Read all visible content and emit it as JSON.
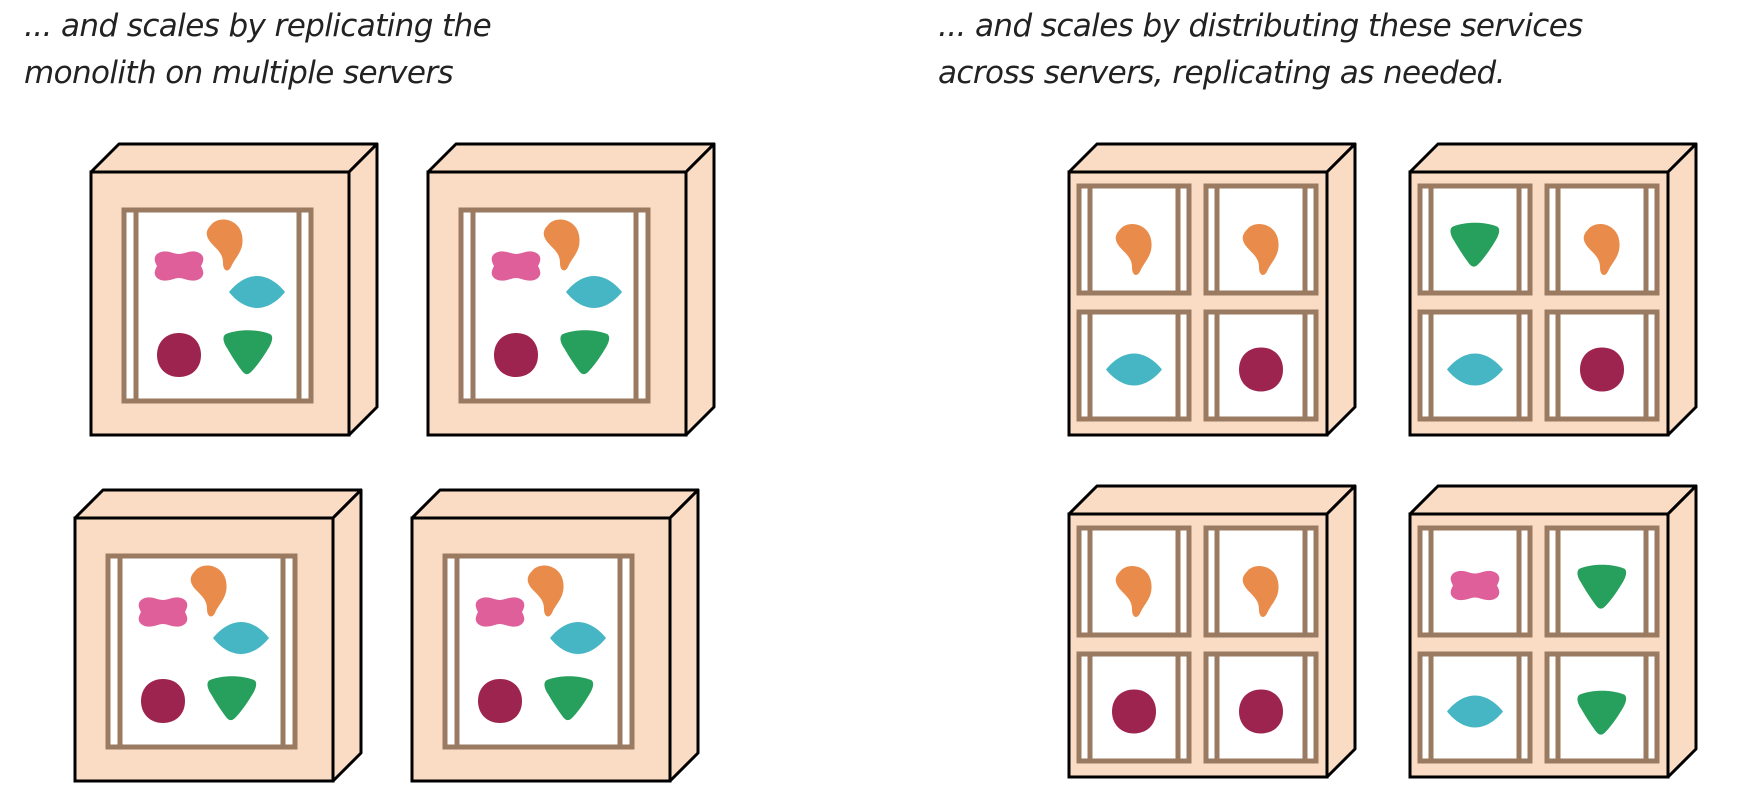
{
  "captions": {
    "left": {
      "line1": "... and scales by replicating the",
      "line2": "monolith on multiple servers"
    },
    "right": {
      "line1": "... and scales by distributing these services",
      "line2": "across servers, replicating as needed."
    }
  },
  "colors": {
    "server_fill": "#fadcc5",
    "server_stroke": "#000000",
    "frame": "#9b7a62",
    "panel": "#ffffff",
    "orange": "#e98c4b",
    "pink": "#df5f9b",
    "teal": "#46b6c4",
    "crimson": "#9e2450",
    "green": "#279f5d"
  },
  "monolith_servers": [
    {
      "name": "monolith-server-1",
      "services": [
        "pink",
        "orange",
        "teal",
        "crimson",
        "green"
      ]
    },
    {
      "name": "monolith-server-2",
      "services": [
        "pink",
        "orange",
        "teal",
        "crimson",
        "green"
      ]
    },
    {
      "name": "monolith-server-3",
      "services": [
        "pink",
        "orange",
        "teal",
        "crimson",
        "green"
      ]
    },
    {
      "name": "monolith-server-4",
      "services": [
        "pink",
        "orange",
        "teal",
        "crimson",
        "green"
      ]
    }
  ],
  "microservice_servers": [
    {
      "name": "microservice-server-1",
      "services": [
        "orange",
        "orange",
        "teal",
        "crimson"
      ]
    },
    {
      "name": "microservice-server-2",
      "services": [
        "green",
        "orange",
        "teal",
        "crimson"
      ]
    },
    {
      "name": "microservice-server-3",
      "services": [
        "orange",
        "orange",
        "crimson",
        "crimson"
      ]
    },
    {
      "name": "microservice-server-4",
      "services": [
        "pink",
        "green",
        "teal",
        "green"
      ]
    }
  ]
}
